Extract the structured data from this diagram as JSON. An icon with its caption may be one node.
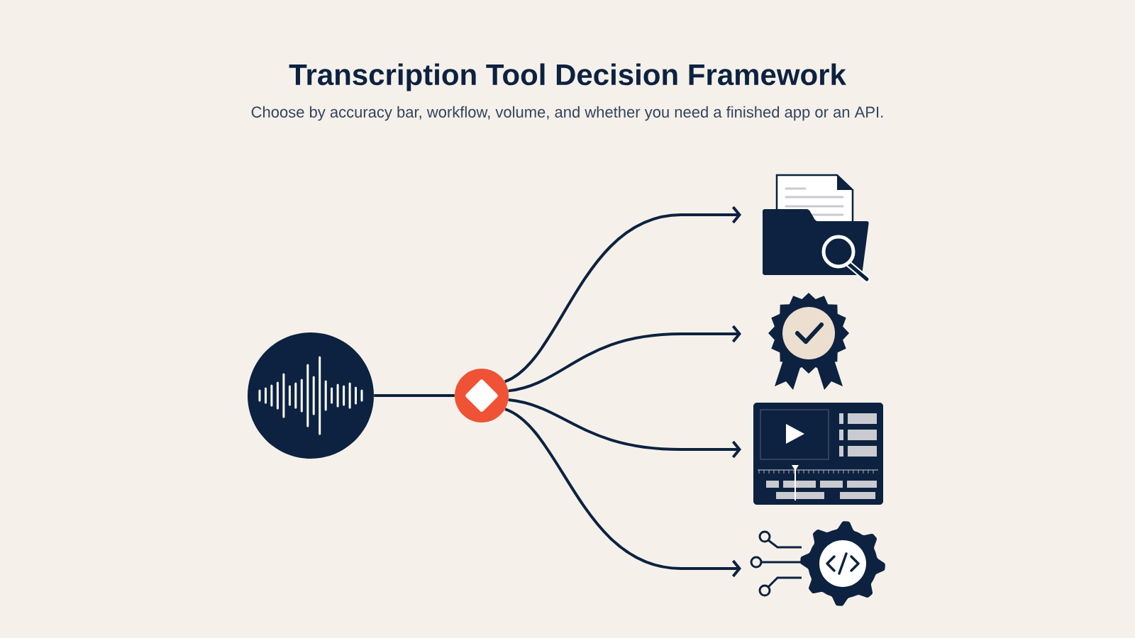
{
  "diagram": {
    "title": "Transcription Tool Decision Framework",
    "caption": "Choose by accuracy bar, workflow, volume, and whether you need a finished app or an API.",
    "nodes": [
      {
        "text": [],
        "shape": "circle"
      },
      {
        "text": [],
        "shape": "circle"
      },
      {
        "text": [],
        "shape": "picture"
      },
      {
        "text": [],
        "shape": "picture"
      },
      {
        "text": [],
        "shape": "picture"
      },
      {
        "text": [],
        "shape": "picture"
      }
    ],
    "edges": [
      {
        "from": 0,
        "to": 1,
        "arrow": "none"
      },
      {
        "from": 1,
        "to": 2,
        "arrow": "to"
      },
      {
        "from": 1,
        "to": 3,
        "arrow": "to"
      },
      {
        "from": 1,
        "to": 4,
        "arrow": "to"
      },
      {
        "from": 1,
        "to": 5,
        "arrow": "to"
      }
    ]
  }
}
